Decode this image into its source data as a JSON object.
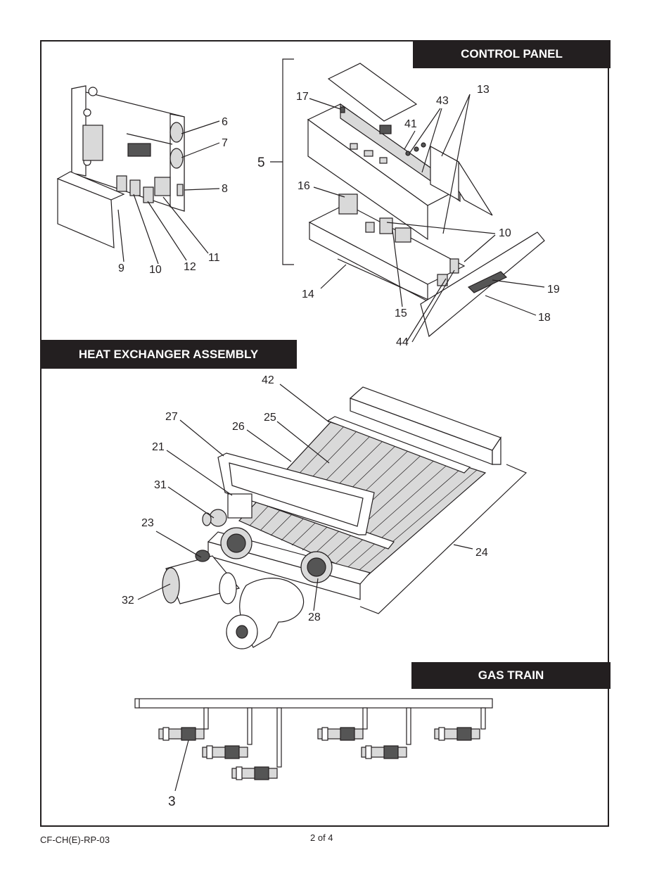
{
  "sections": {
    "control_panel": "CONTROL PANEL",
    "heat_exchanger": "HEAT EXCHANGER ASSEMBLY",
    "gas_train": "GAS TRAIN"
  },
  "footer": {
    "doc_id": "CF-CH(E)-RP-03",
    "page": "2 of 4"
  },
  "callouts": {
    "c3": "3",
    "c5": "5",
    "c6": "6",
    "c7": "7",
    "c8": "8",
    "c9": "9",
    "c10a": "10",
    "c10b": "10",
    "c11": "11",
    "c12": "12",
    "c13": "13",
    "c14": "14",
    "c15": "15",
    "c16": "16",
    "c17": "17",
    "c18": "18",
    "c19": "19",
    "c21": "21",
    "c23": "23",
    "c24": "24",
    "c25": "25",
    "c26": "26",
    "c27": "27",
    "c28": "28",
    "c31": "31",
    "c32": "32",
    "c41": "41",
    "c42": "42",
    "c43": "43",
    "c44": "44"
  }
}
